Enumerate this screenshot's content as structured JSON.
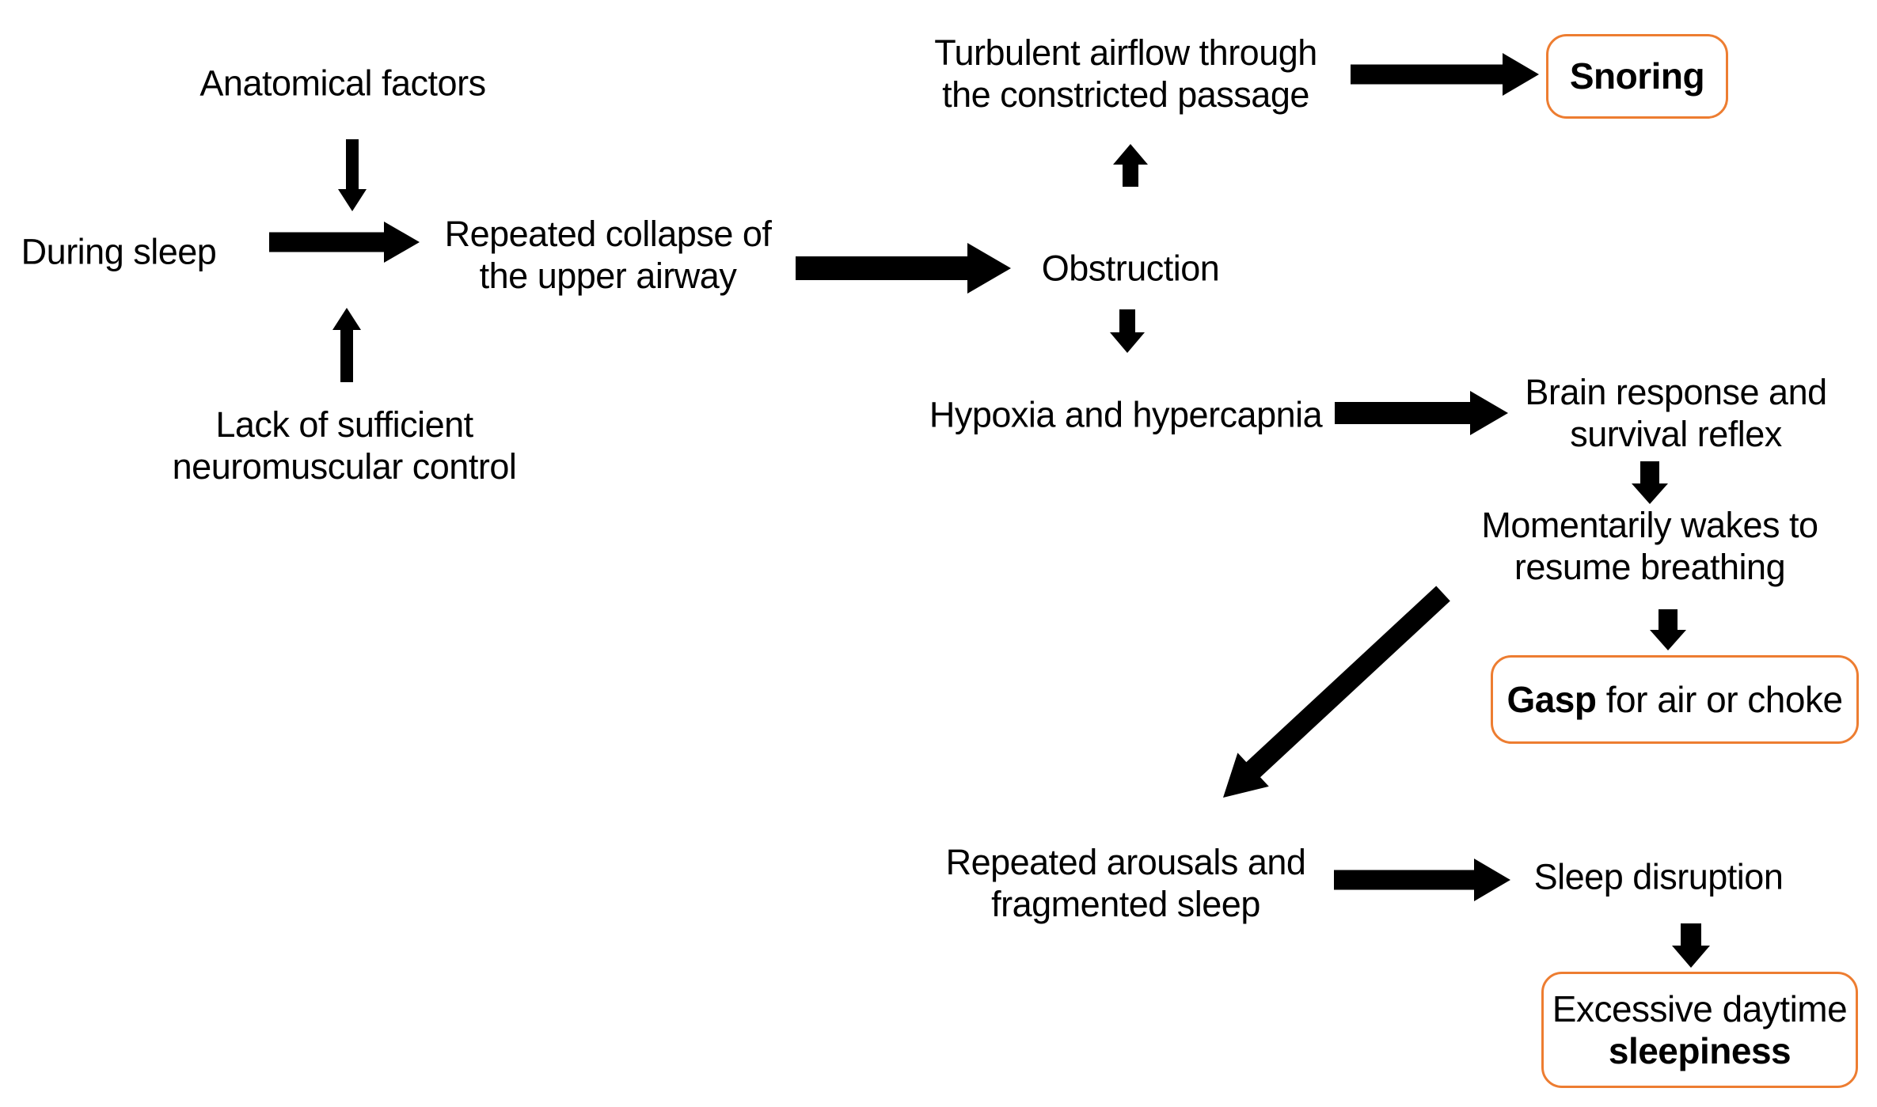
{
  "diagram": {
    "accent_color": "#ED7D31",
    "arrow_color": "#000000",
    "text_color": "#000000",
    "background_color": "#FFFFFF",
    "nodes": [
      {
        "id": "anatomical-factors",
        "boxed": false,
        "lines": [
          {
            "runs": [
              {
                "text": "Anatomical factors",
                "bold": false
              }
            ]
          }
        ]
      },
      {
        "id": "during-sleep",
        "boxed": false,
        "lines": [
          {
            "runs": [
              {
                "text": "During sleep",
                "bold": false
              }
            ]
          }
        ]
      },
      {
        "id": "repeated-collapse",
        "boxed": false,
        "lines": [
          {
            "runs": [
              {
                "text": "Repeated collapse of",
                "bold": false
              }
            ]
          },
          {
            "runs": [
              {
                "text": "the upper airway",
                "bold": false
              }
            ]
          }
        ]
      },
      {
        "id": "lack-neuromuscular",
        "boxed": false,
        "lines": [
          {
            "runs": [
              {
                "text": "Lack of sufficient",
                "bold": false
              }
            ]
          },
          {
            "runs": [
              {
                "text": "neuromuscular control",
                "bold": false
              }
            ]
          }
        ]
      },
      {
        "id": "obstruction",
        "boxed": false,
        "lines": [
          {
            "runs": [
              {
                "text": "Obstruction",
                "bold": false
              }
            ]
          }
        ]
      },
      {
        "id": "turbulent-airflow",
        "boxed": false,
        "lines": [
          {
            "runs": [
              {
                "text": "Turbulent airflow through",
                "bold": false
              }
            ]
          },
          {
            "runs": [
              {
                "text": "the constricted passage",
                "bold": false
              }
            ]
          }
        ]
      },
      {
        "id": "snoring",
        "boxed": true,
        "lines": [
          {
            "runs": [
              {
                "text": "Snoring",
                "bold": true
              }
            ]
          }
        ]
      },
      {
        "id": "hypoxia-hypercapnia",
        "boxed": false,
        "lines": [
          {
            "runs": [
              {
                "text": "Hypoxia and hypercapnia",
                "bold": false
              }
            ]
          }
        ]
      },
      {
        "id": "brain-response",
        "boxed": false,
        "lines": [
          {
            "runs": [
              {
                "text": "Brain response and",
                "bold": false
              }
            ]
          },
          {
            "runs": [
              {
                "text": "survival reflex",
                "bold": false
              }
            ]
          }
        ]
      },
      {
        "id": "momentarily-wakes",
        "boxed": false,
        "lines": [
          {
            "runs": [
              {
                "text": "Momentarily wakes to",
                "bold": false
              }
            ]
          },
          {
            "runs": [
              {
                "text": "resume breathing",
                "bold": false
              }
            ]
          }
        ]
      },
      {
        "id": "gasp-choke",
        "boxed": true,
        "lines": [
          {
            "runs": [
              {
                "text": "Gasp",
                "bold": true
              },
              {
                "text": " for air or choke",
                "bold": false
              }
            ]
          }
        ]
      },
      {
        "id": "repeated-arousals",
        "boxed": false,
        "lines": [
          {
            "runs": [
              {
                "text": "Repeated arousals and",
                "bold": false
              }
            ]
          },
          {
            "runs": [
              {
                "text": "fragmented sleep",
                "bold": false
              }
            ]
          }
        ]
      },
      {
        "id": "sleep-disruption",
        "boxed": false,
        "lines": [
          {
            "runs": [
              {
                "text": "Sleep disruption",
                "bold": false
              }
            ]
          }
        ]
      },
      {
        "id": "excessive-sleepiness",
        "boxed": true,
        "lines": [
          {
            "runs": [
              {
                "text": "Excessive daytime",
                "bold": false
              }
            ]
          },
          {
            "runs": [
              {
                "text": "sleepiness",
                "bold": true
              }
            ]
          }
        ]
      }
    ],
    "edges": [
      {
        "from": "anatomical-factors",
        "to": "during-sleep",
        "direction": "down"
      },
      {
        "from": "during-sleep",
        "to": "repeated-collapse",
        "direction": "right"
      },
      {
        "from": "lack-neuromuscular",
        "to": "during-sleep",
        "direction": "up"
      },
      {
        "from": "repeated-collapse",
        "to": "obstruction",
        "direction": "right"
      },
      {
        "from": "obstruction",
        "to": "turbulent-airflow",
        "direction": "up"
      },
      {
        "from": "obstruction",
        "to": "hypoxia-hypercapnia",
        "direction": "down"
      },
      {
        "from": "turbulent-airflow",
        "to": "snoring",
        "direction": "right"
      },
      {
        "from": "hypoxia-hypercapnia",
        "to": "brain-response",
        "direction": "right"
      },
      {
        "from": "brain-response",
        "to": "momentarily-wakes",
        "direction": "down"
      },
      {
        "from": "momentarily-wakes",
        "to": "gasp-choke",
        "direction": "down"
      },
      {
        "from": "momentarily-wakes",
        "to": "repeated-arousals",
        "direction": "diagonal-down-left"
      },
      {
        "from": "repeated-arousals",
        "to": "sleep-disruption",
        "direction": "right"
      },
      {
        "from": "sleep-disruption",
        "to": "excessive-sleepiness",
        "direction": "down"
      }
    ]
  }
}
